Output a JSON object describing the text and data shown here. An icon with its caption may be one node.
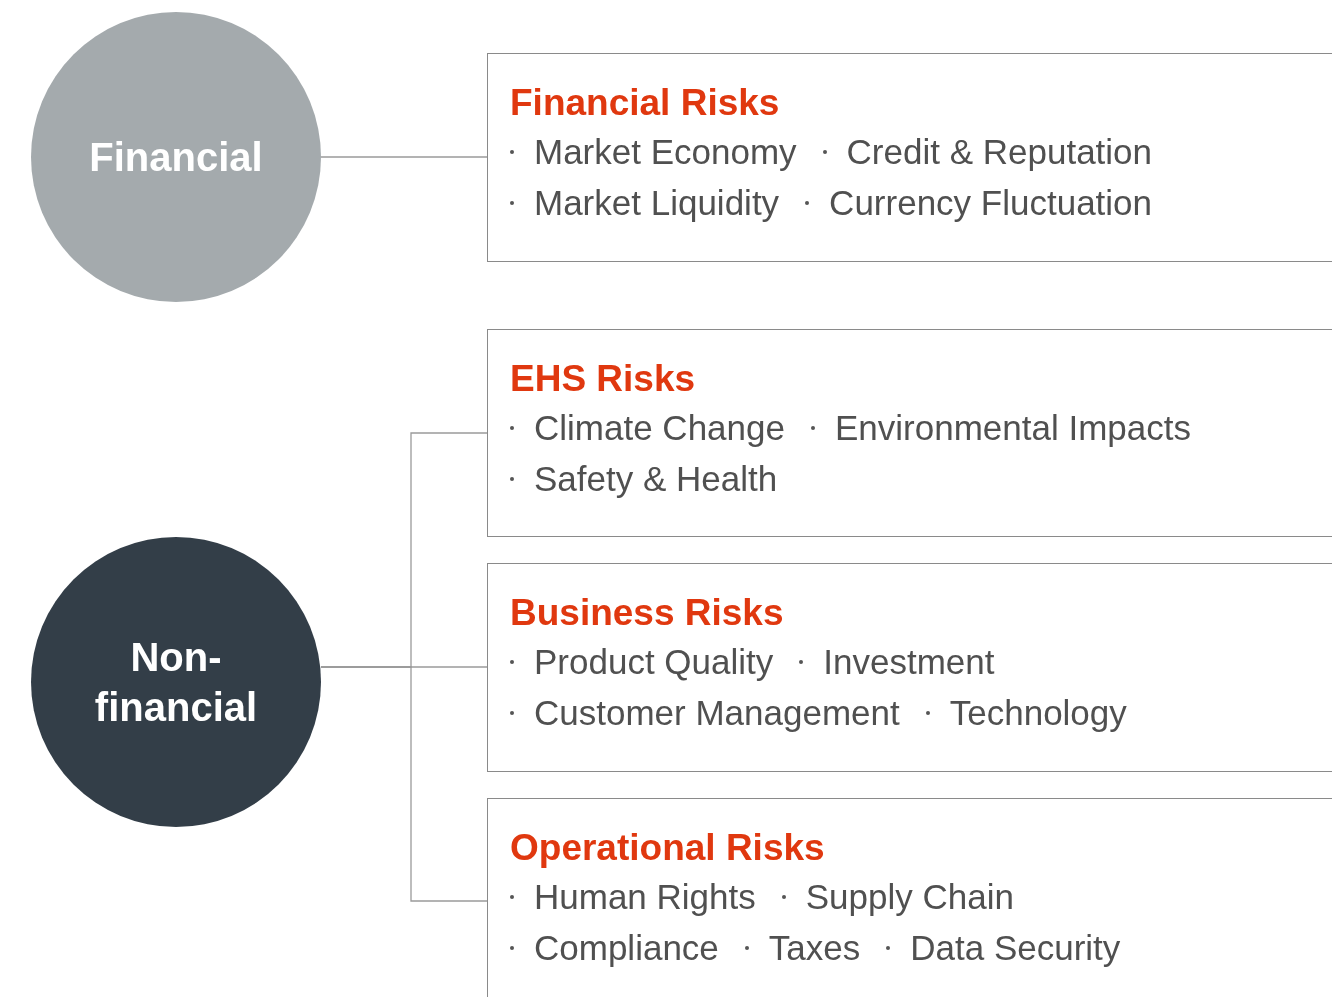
{
  "diagram": {
    "nodes": [
      {
        "text": [
          "Financial"
        ]
      },
      {
        "text": [
          "Financial Risks",
          "Market Economy",
          "Credit & Reputation",
          "Market Liquidity",
          "Currency Fluctuation"
        ]
      },
      {
        "text": [
          "Non-financial"
        ]
      },
      {
        "text": [
          "EHS Risks",
          "Climate Change",
          "Environmental Impacts",
          "Safety & Health"
        ]
      },
      {
        "text": [
          "Business Risks",
          "Product Quality",
          "Investment",
          "Customer Management",
          "Technology"
        ]
      },
      {
        "text": [
          "Operational Risks",
          "Human Rights",
          "Supply Chain",
          "Compliance",
          "Taxes",
          "Data Security"
        ]
      }
    ],
    "edges": [
      {
        "from": 0,
        "to": 1,
        "arrow": "none"
      },
      {
        "from": 2,
        "to": 3,
        "arrow": "none"
      },
      {
        "from": 2,
        "to": 4,
        "arrow": "none"
      },
      {
        "from": 2,
        "to": 5,
        "arrow": "none"
      }
    ]
  }
}
